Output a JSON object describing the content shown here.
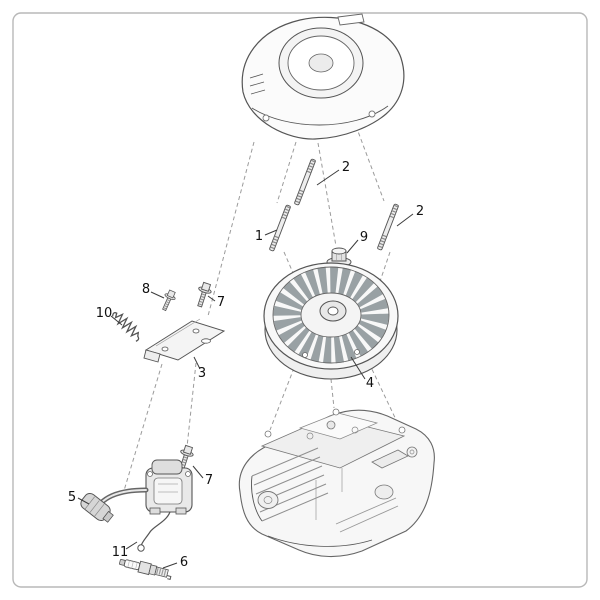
{
  "page": {
    "background": "#ffffff",
    "frame_color": "#b8b8b8"
  },
  "diagram": {
    "kind": "exploded-parts-diagram",
    "line_color": "#555555",
    "dashed_line_color": "#9b9b9b",
    "label_color": "#111111",
    "callouts": [
      {
        "label": "2"
      },
      {
        "label": "1"
      },
      {
        "label": "2"
      },
      {
        "label": "9"
      },
      {
        "label": "8"
      },
      {
        "label": "7"
      },
      {
        "label": "10"
      },
      {
        "label": "3"
      },
      {
        "label": "4"
      },
      {
        "label": "7"
      },
      {
        "label": "5"
      },
      {
        "label": "11"
      },
      {
        "label": "6"
      }
    ]
  }
}
